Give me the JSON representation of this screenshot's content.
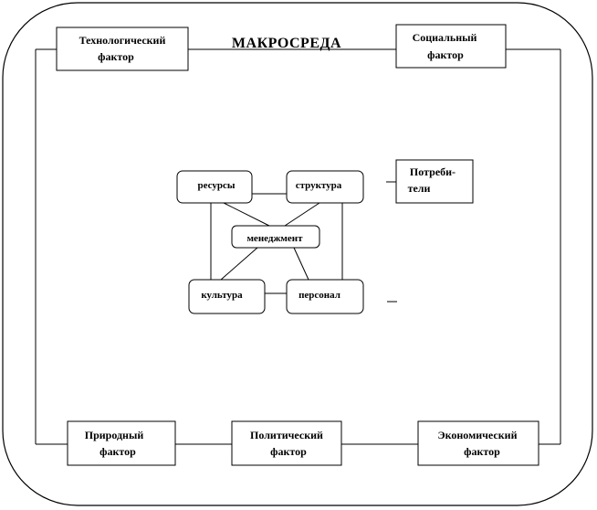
{
  "title": "МАКРОСРЕДА",
  "factors": {
    "technological": [
      "Технологический",
      "фактор"
    ],
    "social": [
      "Социальный",
      "фактор"
    ],
    "natural": [
      "Природный",
      "фактор"
    ],
    "political": [
      "Политический",
      "фактор"
    ],
    "economic": [
      "Экономический",
      "фактор"
    ]
  },
  "consumers": [
    "Потреби-",
    "тели"
  ],
  "core": {
    "resources": "ресурсы",
    "structure": "структура",
    "management": "менеджмент",
    "culture": "культура",
    "personnel": "персонал"
  },
  "colors": {
    "stroke": "#000000",
    "background": "#ffffff",
    "text": "#000000"
  }
}
